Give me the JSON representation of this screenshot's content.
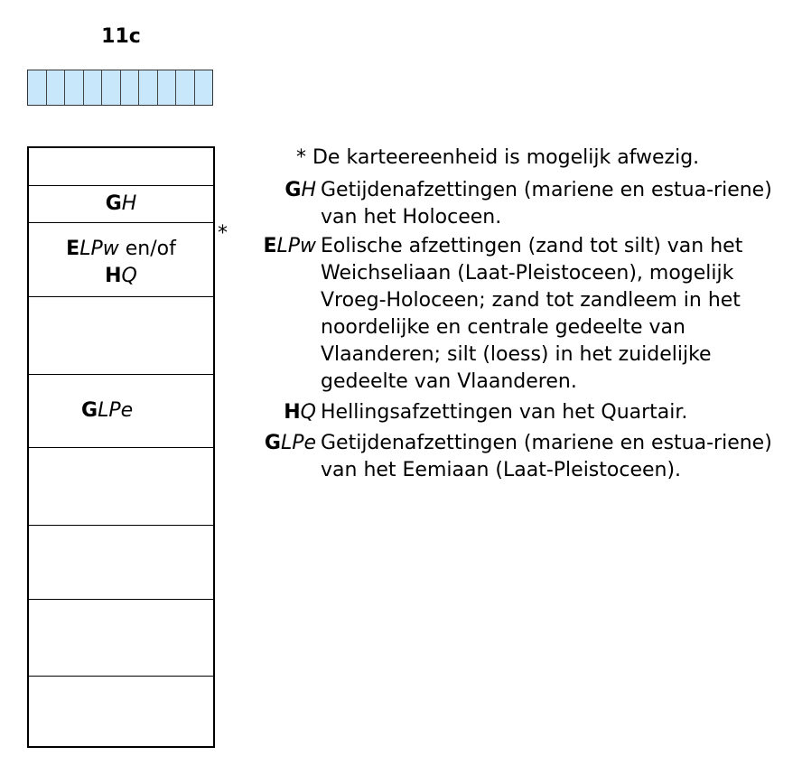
{
  "title": "11c",
  "colors": {
    "legend_fill": "#c9e7fb",
    "line": "#000000"
  },
  "legend_bar": {
    "cell_count": 10
  },
  "column": {
    "layers": [
      {
        "id": "l1",
        "label_bold": "",
        "label_italic": ""
      },
      {
        "id": "l2",
        "label_bold": "G",
        "label_italic": "H"
      },
      {
        "id": "l3",
        "line1_bold": "E",
        "line1_italic": "LPw",
        "line1_rest": " en/of",
        "line2_bold": "H",
        "line2_italic": "Q"
      },
      {
        "id": "l4"
      },
      {
        "id": "l5",
        "label_bold": "G",
        "label_italic": "LPe"
      },
      {
        "id": "l6"
      },
      {
        "id": "l7"
      },
      {
        "id": "l8"
      },
      {
        "id": "l9"
      }
    ],
    "asterisk": "*"
  },
  "legend": {
    "note": "* De karteereenheid is mogelijk afwezig.",
    "entries": [
      {
        "bold": "G",
        "italic": "H",
        "text": "Getijdenafzettingen (mariene en estua-riene) van het Holoceen."
      },
      {
        "bold": "E",
        "italic": "LPw",
        "text": "Eolische afzettingen (zand tot silt) van het Weichseliaan (Laat-Pleistoceen), mogelijk Vroeg-Holoceen; zand tot zandleem in het noordelijke en centrale gedeelte van Vlaanderen; silt (loess) in het zuidelijke gedeelte van Vlaanderen."
      },
      {
        "bold": "H",
        "italic": "Q",
        "text": "Hellingsafzettingen van het Quartair."
      },
      {
        "bold": "G",
        "italic": "LPe",
        "text": "Getijdenafzettingen (mariene en estua-riene) van het Eemiaan (Laat-Pleistoceen)."
      }
    ]
  }
}
